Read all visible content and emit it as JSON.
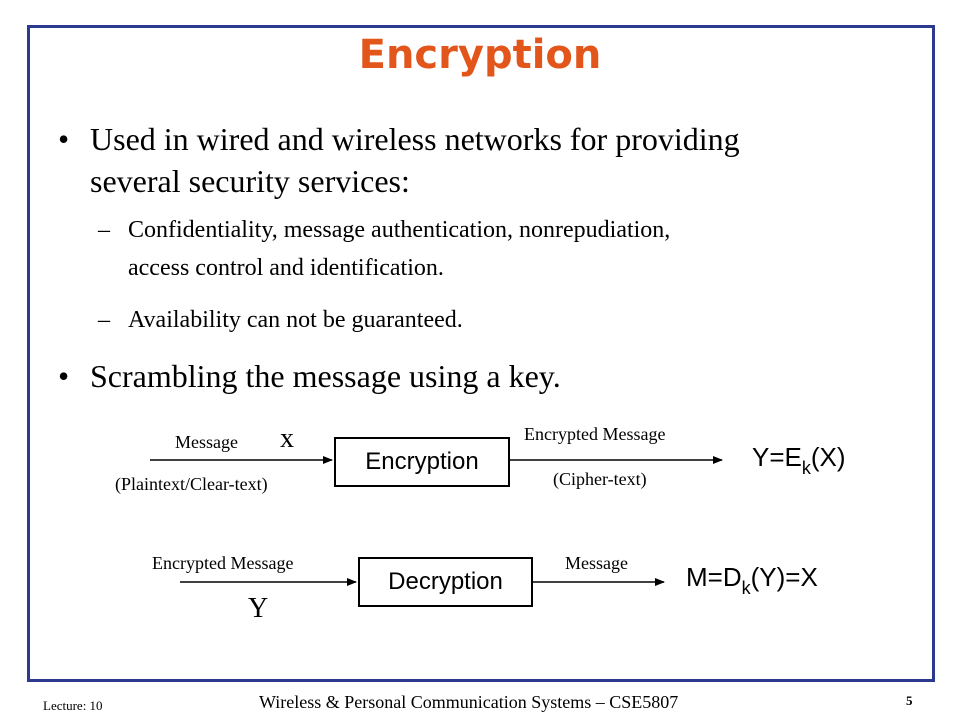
{
  "title": "Encryption",
  "bullets": [
    {
      "line1": "Used in wired and wireless networks for providing",
      "line2": "several security services:"
    },
    {
      "line1": "Scrambling the message using a key."
    }
  ],
  "subbullets": [
    {
      "line1": "Confidentiality, message authentication, nonrepudiation,",
      "line2": "access control and identification."
    },
    {
      "line1": "Availability can not be guaranteed."
    }
  ],
  "symbols": {
    "bullet": "•",
    "dash": "–"
  },
  "encryption_diagram": {
    "input_label": "Message",
    "input_var": "x",
    "input_sub": "(Plaintext/Clear-text)",
    "box_label": "Encryption",
    "output_label": "Encrypted Message",
    "output_sub": "(Cipher-text)",
    "formula": {
      "pre": "Y=E",
      "sub": "k",
      "post": "(X)"
    }
  },
  "decryption_diagram": {
    "input_label": "Encrypted Message",
    "input_var": "Y",
    "box_label": "Decryption",
    "output_label": "Message",
    "formula": {
      "pre": "M=D",
      "sub": "k",
      "post": "(Y)=X"
    }
  },
  "footer": {
    "lecture": "Lecture: 10",
    "course": "Wireless & Personal Communication Systems – CSE5807",
    "page": "5"
  },
  "colors": {
    "title": "#e2561c",
    "frame": "#2b3a8f"
  }
}
